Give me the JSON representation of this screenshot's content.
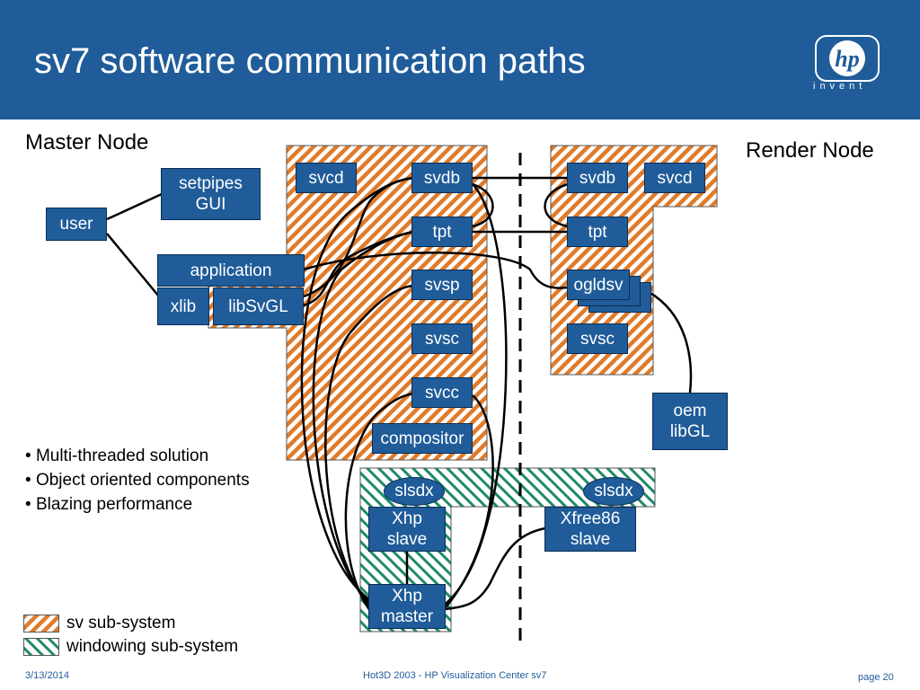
{
  "slide": {
    "title": "sv7 software communication paths",
    "logo": {
      "mark": "hp",
      "word": "invent"
    }
  },
  "diagram": {
    "master_node_label": "Master Node",
    "render_node_label": "Render Node",
    "master": {
      "user": "user",
      "setpipes_line1": "setpipes",
      "setpipes_line2": "GUI",
      "application": "application",
      "xlib": "xlib",
      "libsvgl": "libSvGL",
      "svcd": "svcd",
      "svdb": "svdb",
      "tpt": "tpt",
      "svsp": "svsp",
      "svsc": "svsc",
      "svcc": "svcc",
      "compositor": "compositor",
      "slsdx": "slsdx",
      "xhp_slave_line1": "Xhp",
      "xhp_slave_line2": "slave",
      "xhp_master_line1": "Xhp",
      "xhp_master_line2": "master"
    },
    "render": {
      "svdb": "svdb",
      "svcd": "svcd",
      "tpt": "tpt",
      "ogldsv": "ogldsv",
      "svsc": "svsc",
      "oem_line1": "oem",
      "oem_line2": "libGL",
      "slsdx": "slsdx",
      "xfree_line1": "Xfree86",
      "xfree_line2": "slave"
    }
  },
  "bullets": [
    "Multi-threaded solution",
    "Object oriented components",
    "Blazing performance"
  ],
  "legend": {
    "sv_label": "sv sub-system",
    "windowing_label": "windowing sub-system",
    "sv_color": "#e07b2a",
    "windowing_color": "#1f8a6a"
  },
  "footer": {
    "date": "3/13/2014",
    "center": "Hot3D 2003 - HP Visualization Center sv7",
    "page": "page 20"
  }
}
